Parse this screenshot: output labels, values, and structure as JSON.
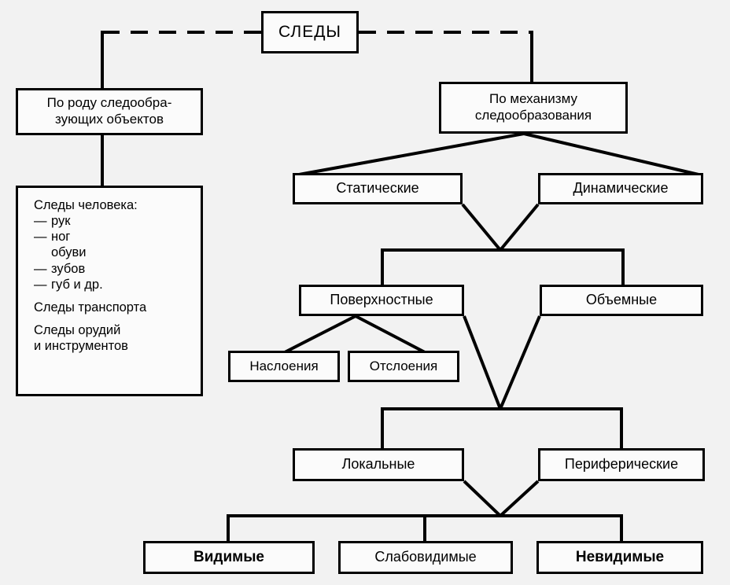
{
  "diagram": {
    "title": "СЛЕДЫ",
    "background_color": "#f2f2f2",
    "box_fill": "#fbfbfb",
    "line_color": "#000000",
    "root": {
      "label": "СЛЕДЫ"
    },
    "branches": {
      "left": {
        "label": "По роду следообра-\nзующих объектов"
      },
      "right": {
        "label": "По механизму\nследообразования"
      }
    },
    "left_list": {
      "heading": "Следы человека:",
      "items": [
        {
          "dash": "—",
          "text": "рук"
        },
        {
          "dash": "—",
          "text": "ног"
        },
        {
          "dash": "",
          "text": "обуви"
        },
        {
          "dash": "—",
          "text": "зубов"
        },
        {
          "dash": "—",
          "text": "губ и др."
        }
      ],
      "extra": [
        "Следы транспорта",
        "Следы орудий\nи инструментов"
      ]
    },
    "levels": [
      {
        "name": "mechanism",
        "nodes": [
          {
            "id": "staticheskie",
            "label": "Статические"
          },
          {
            "id": "dinamicheskie",
            "label": "Динамические"
          }
        ]
      },
      {
        "name": "depth",
        "nodes": [
          {
            "id": "poverhnostnye",
            "label": "Поверхностные"
          },
          {
            "id": "obemnye",
            "label": "Объемные"
          }
        ]
      },
      {
        "name": "surface-subtypes",
        "nodes": [
          {
            "id": "nasloeniya",
            "label": "Наслоения"
          },
          {
            "id": "otsloeniya",
            "label": "Отслоения"
          }
        ]
      },
      {
        "name": "locality",
        "nodes": [
          {
            "id": "lokalnye",
            "label": "Локальные"
          },
          {
            "id": "perifericheskie",
            "label": "Периферические"
          }
        ]
      },
      {
        "name": "visibility",
        "nodes": [
          {
            "id": "vidimye",
            "label": "Видимые"
          },
          {
            "id": "slabovidimye",
            "label": "Слабовидимые"
          },
          {
            "id": "nevidimye",
            "label": "Невидимые"
          }
        ]
      }
    ]
  }
}
